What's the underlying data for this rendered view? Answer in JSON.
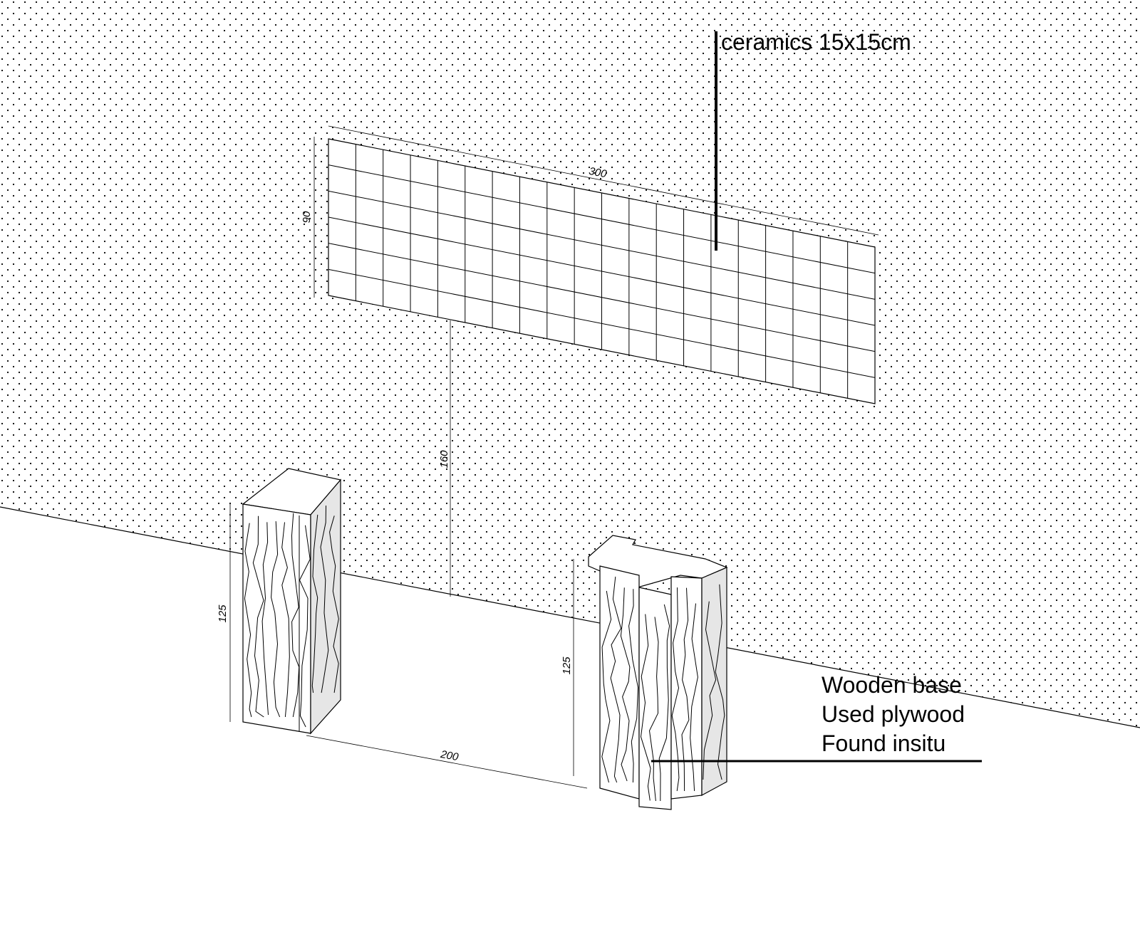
{
  "tile_panel": {
    "label": "ceramics 15x15cm",
    "width_dim": "300",
    "height_dim": "90",
    "columns": 20,
    "rows": 6
  },
  "height_to_panel_dim": "160",
  "bases": {
    "left_height_dim": "125",
    "right_height_dim": "125",
    "spacing_dim": "200",
    "label_lines": [
      "Wooden base",
      "Used plywood",
      "Found insitu"
    ]
  },
  "colors": {
    "line": "#000000",
    "dot": "#000000",
    "plywood_side": "#e6e6e6"
  }
}
